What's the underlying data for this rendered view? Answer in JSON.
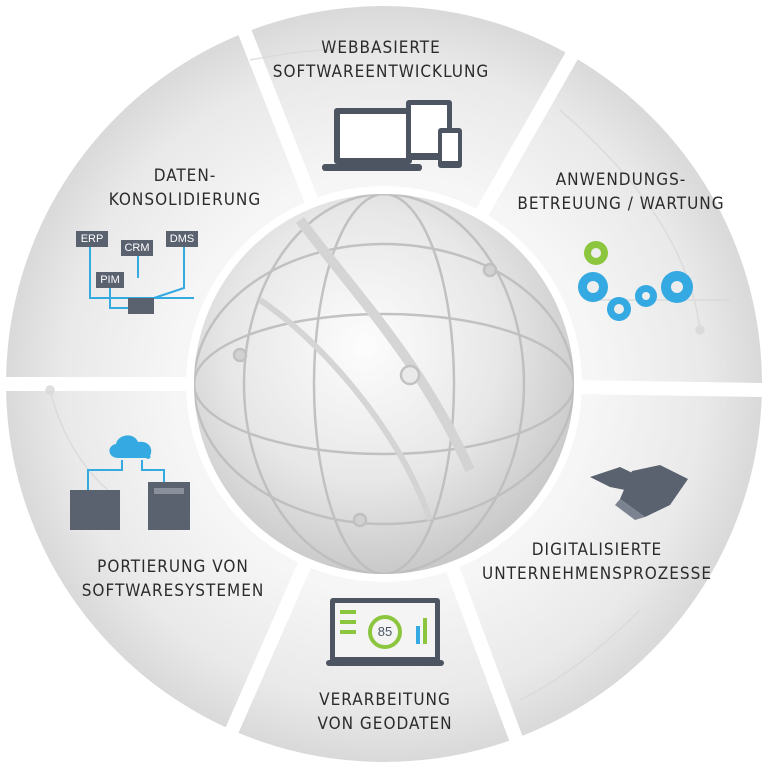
{
  "segments": [
    {
      "id": "web",
      "lines": [
        "WEBBASIERTE",
        "SOFTWAREENTWICKLUNG"
      ],
      "icon": "devices-icon"
    },
    {
      "id": "support",
      "lines": [
        "ANWENDUNGS-",
        "BETREUUNG / WARTUNG"
      ],
      "icon": "gears-icon"
    },
    {
      "id": "digital",
      "lines": [
        "DIGITALISIERTE",
        "UNTERNEHMENSPROZESSE"
      ],
      "icon": "handshake-icon"
    },
    {
      "id": "geo",
      "lines": [
        "VERARBEITUNG",
        "VON GEODATEN"
      ],
      "icon": "dashboard-monitor-icon",
      "dashboard_value": "85"
    },
    {
      "id": "porting",
      "lines": [
        "PORTIERUNG VON",
        "SOFTWARESYSTEMEN"
      ],
      "icon": "cloud-servers-icon"
    },
    {
      "id": "consolidation",
      "lines": [
        "DATEN-",
        "KONSOLIDIERUNG"
      ],
      "icon": "data-network-icon",
      "nodes": [
        "ERP",
        "CRM",
        "DMS",
        "PIM"
      ]
    }
  ],
  "colors": {
    "ring": "#e4e4e4",
    "ring_light": "#f4f4f4",
    "text": "#2b2b2b",
    "icon_dark": "#5a6270",
    "icon_blue": "#35a9e1",
    "icon_green": "#8cc63f"
  }
}
